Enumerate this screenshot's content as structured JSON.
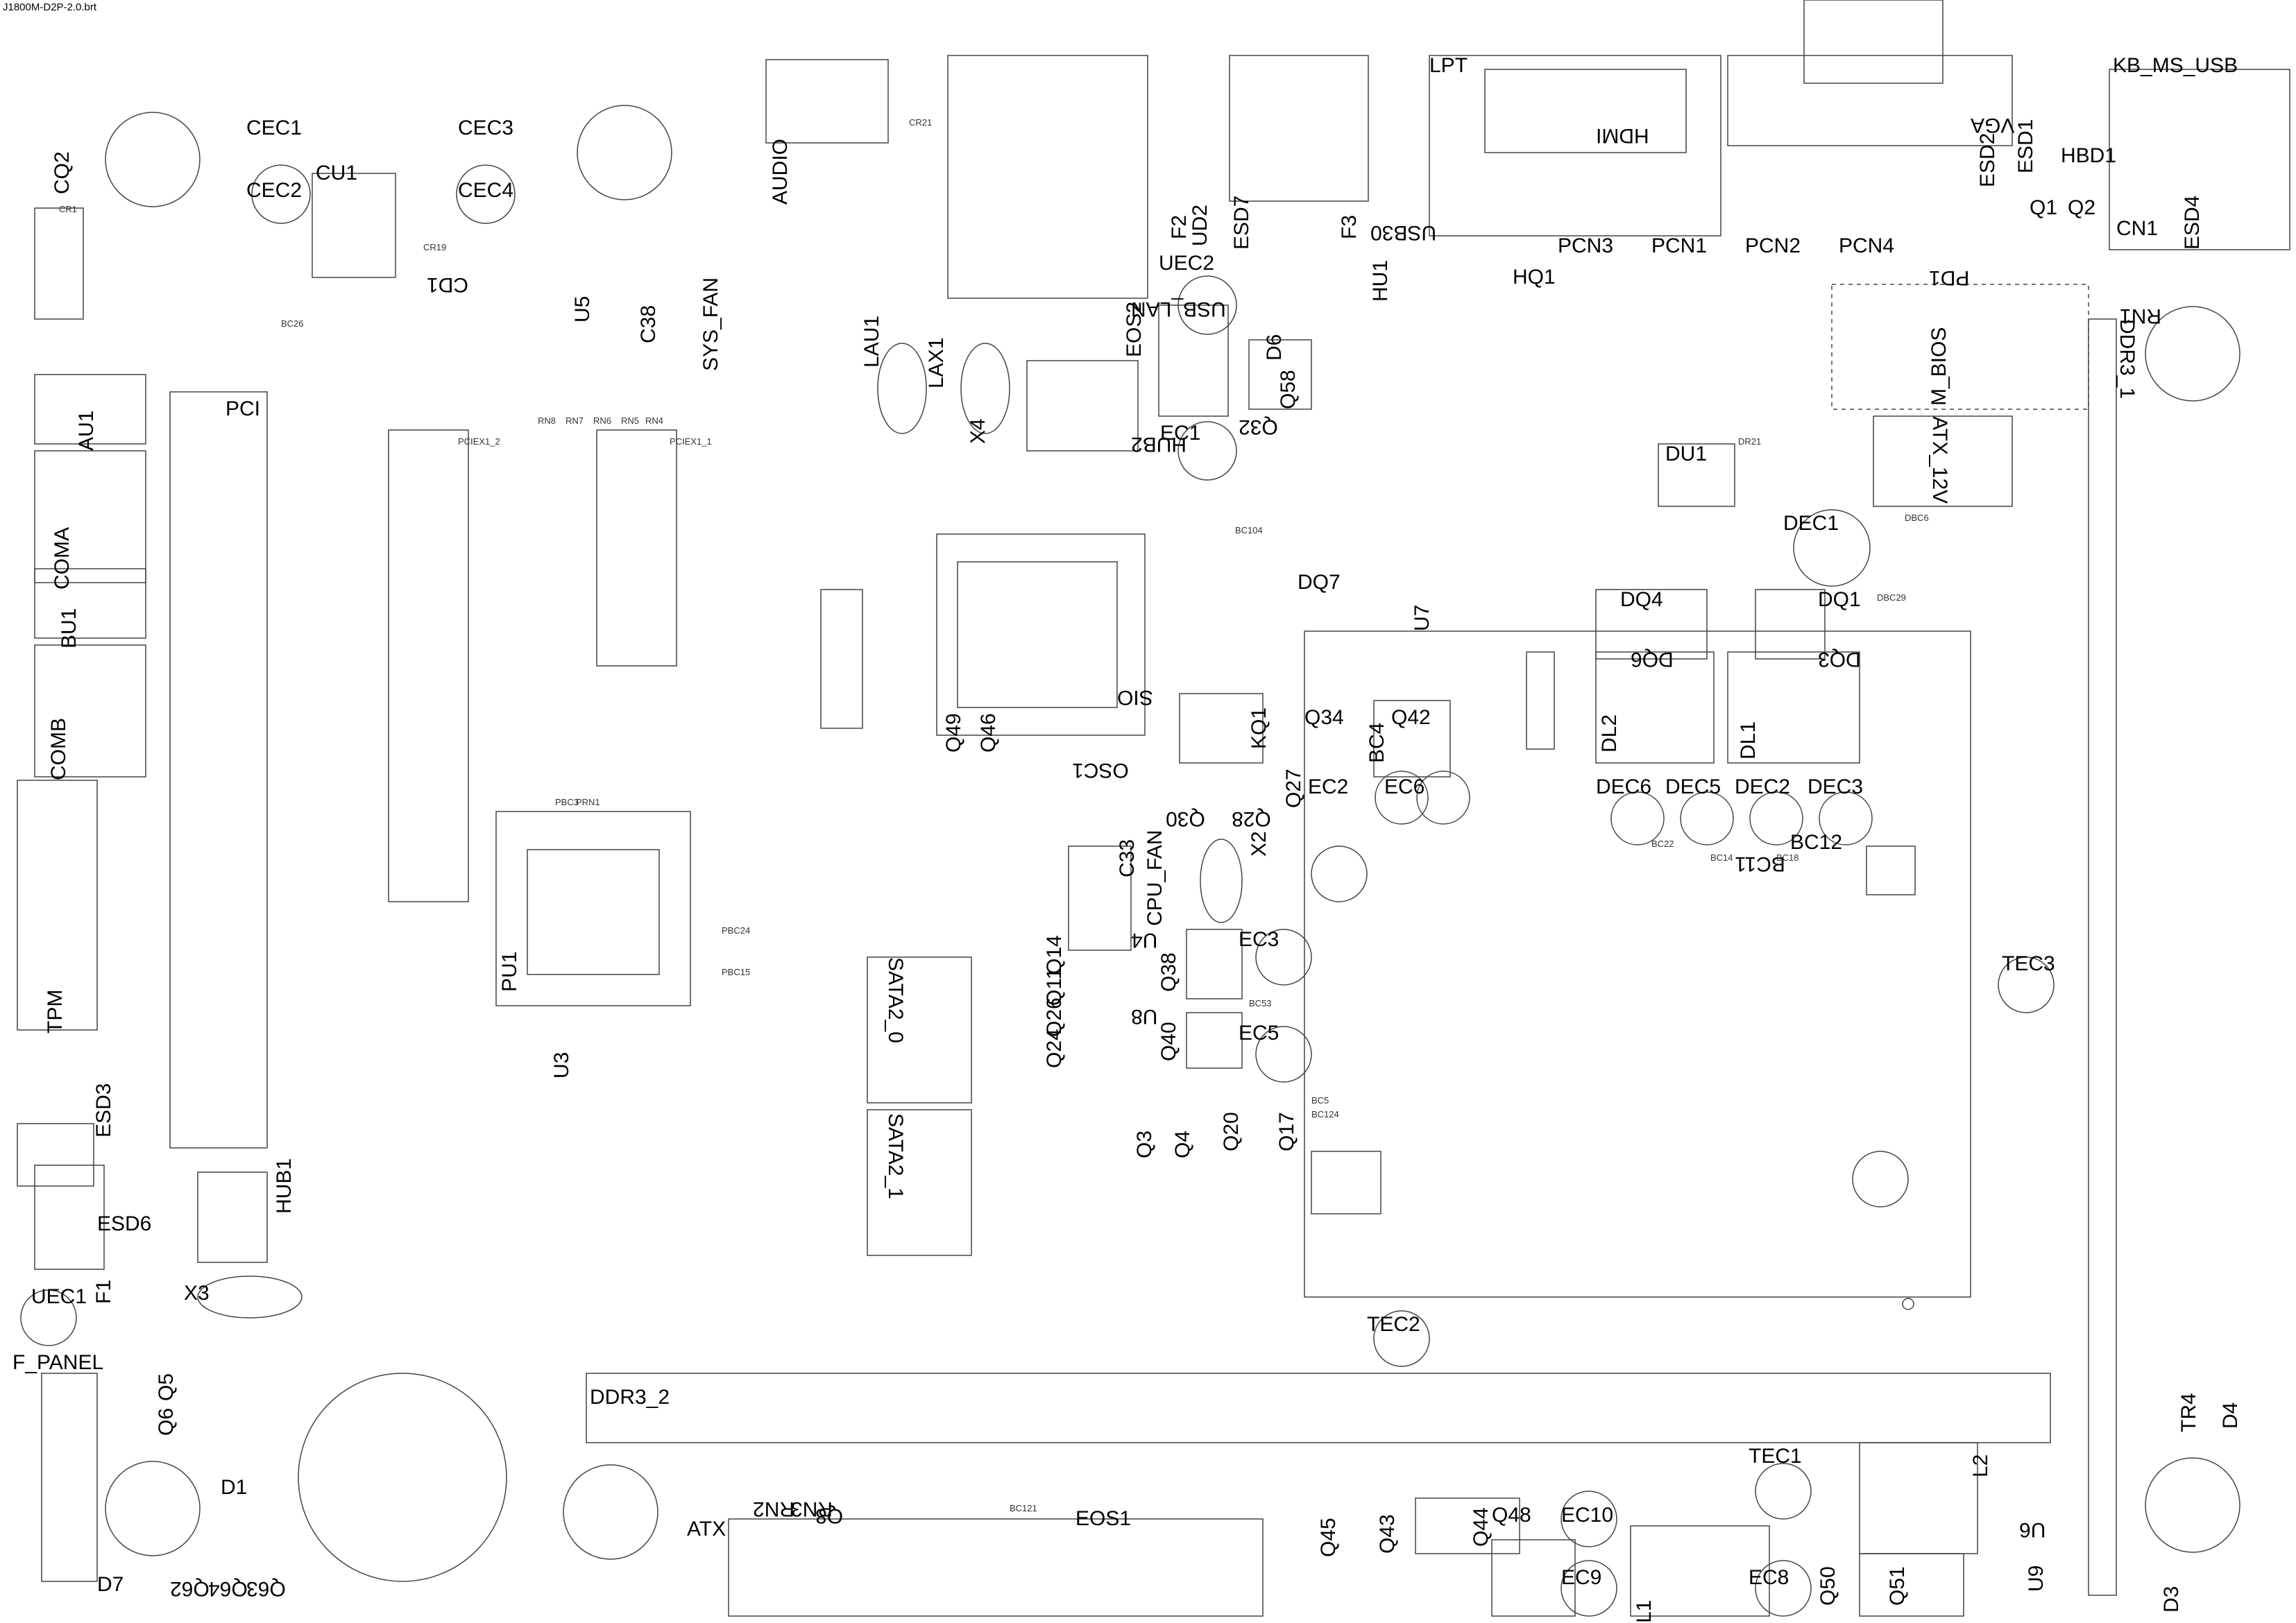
{
  "file_name": "J1800M-D2P-2.0.brt",
  "components": [
    {
      "label": "LPT",
      "rot": 0
    },
    {
      "label": "HDMI",
      "rot": 180
    },
    {
      "label": "VGA",
      "rot": 180
    },
    {
      "label": "KB_MS_USB",
      "rot": 0
    },
    {
      "label": "AUDIO",
      "rot": -90
    },
    {
      "label": "USB_LAN",
      "rot": 180
    },
    {
      "label": "USB30",
      "rot": 180
    },
    {
      "label": "SYS_FAN",
      "rot": -90
    },
    {
      "label": "U5",
      "rot": -90
    },
    {
      "label": "C38",
      "rot": -90
    },
    {
      "label": "LAU1",
      "rot": -90
    },
    {
      "label": "LAX1",
      "rot": -90
    },
    {
      "label": "X4",
      "rot": -90
    },
    {
      "label": "HUB2",
      "rot": 180
    },
    {
      "label": "EC1",
      "rot": 0
    },
    {
      "label": "Q32",
      "rot": 180
    },
    {
      "label": "EOS2",
      "rot": -90
    },
    {
      "label": "D6",
      "rot": -90
    },
    {
      "label": "Q58",
      "rot": -90
    },
    {
      "label": "UEC2",
      "rot": 0
    },
    {
      "label": "F2",
      "rot": -90
    },
    {
      "label": "UD2",
      "rot": -90
    },
    {
      "label": "ESD7",
      "rot": -90
    },
    {
      "label": "F3",
      "rot": -90
    },
    {
      "label": "HU1",
      "rot": -90
    },
    {
      "label": "HQ1",
      "rot": 0
    },
    {
      "label": "PCN3",
      "rot": 0
    },
    {
      "label": "PCN1",
      "rot": 0
    },
    {
      "label": "PCN2",
      "rot": 0
    },
    {
      "label": "PCN4",
      "rot": 0
    },
    {
      "label": "PD1",
      "rot": 180
    },
    {
      "label": "ESD2",
      "rot": -90
    },
    {
      "label": "ESD1",
      "rot": -90
    },
    {
      "label": "HBD1",
      "rot": 0
    },
    {
      "label": "Q1",
      "rot": 0
    },
    {
      "label": "Q2",
      "rot": 0
    },
    {
      "label": "CN1",
      "rot": 0
    },
    {
      "label": "ESD4",
      "rot": -90
    },
    {
      "label": "RN1",
      "rot": 180
    },
    {
      "label": "DDR3_1",
      "rot": 90
    },
    {
      "label": "M_BIOS",
      "rot": -90
    },
    {
      "label": "ATX_12V",
      "rot": 90
    },
    {
      "label": "DU1",
      "rot": 0
    },
    {
      "label": "DEC1",
      "rot": 0
    },
    {
      "label": "DQ4",
      "rot": 0
    },
    {
      "label": "DQ1",
      "rot": 0
    },
    {
      "label": "DQ6",
      "rot": 180
    },
    {
      "label": "DQ3",
      "rot": 180
    },
    {
      "label": "DL2",
      "rot": -90
    },
    {
      "label": "DL1",
      "rot": -90
    },
    {
      "label": "DEC6",
      "rot": 0
    },
    {
      "label": "DEC5",
      "rot": 0
    },
    {
      "label": "DEC2",
      "rot": 0
    },
    {
      "label": "DEC3",
      "rot": 0
    },
    {
      "label": "BC11",
      "rot": 180
    },
    {
      "label": "BC12",
      "rot": 0
    },
    {
      "label": "TEC3",
      "rot": 0
    },
    {
      "label": "U7",
      "rot": -90
    },
    {
      "label": "DQ7",
      "rot": 0
    },
    {
      "label": "Q34",
      "rot": 0
    },
    {
      "label": "Q42",
      "rot": 0
    },
    {
      "label": "BC4",
      "rot": -90
    },
    {
      "label": "EC2",
      "rot": 0
    },
    {
      "label": "EC6",
      "rot": 0
    },
    {
      "label": "KQ1",
      "rot": -90
    },
    {
      "label": "SIO",
      "rot": 180
    },
    {
      "label": "OSC1",
      "rot": 180
    },
    {
      "label": "Q49",
      "rot": -90
    },
    {
      "label": "Q46",
      "rot": -90
    },
    {
      "label": "Q30",
      "rot": 180
    },
    {
      "label": "Q28",
      "rot": 180
    },
    {
      "label": "Q27",
      "rot": -90
    },
    {
      "label": "C33",
      "rot": -90
    },
    {
      "label": "CPU_FAN",
      "rot": -90
    },
    {
      "label": "X2",
      "rot": -90
    },
    {
      "label": "U4",
      "rot": 180
    },
    {
      "label": "EC3",
      "rot": 0
    },
    {
      "label": "Q38",
      "rot": -90
    },
    {
      "label": "EC5",
      "rot": 0
    },
    {
      "label": "Q40",
      "rot": -90
    },
    {
      "label": "U8",
      "rot": 180
    },
    {
      "label": "Q14",
      "rot": -90
    },
    {
      "label": "Q11",
      "rot": -90
    },
    {
      "label": "Q26",
      "rot": -90
    },
    {
      "label": "Q24",
      "rot": -90
    },
    {
      "label": "Q3",
      "rot": -90
    },
    {
      "label": "Q4",
      "rot": -90
    },
    {
      "label": "Q20",
      "rot": -90
    },
    {
      "label": "Q17",
      "rot": -90
    },
    {
      "label": "SATA2_0",
      "rot": 90
    },
    {
      "label": "SATA2_1",
      "rot": 90
    },
    {
      "label": "PCI",
      "rot": 0
    },
    {
      "label": "PU1",
      "rot": -90
    },
    {
      "label": "U3",
      "rot": -90
    },
    {
      "label": "HUB1",
      "rot": -90
    },
    {
      "label": "X3",
      "rot": 0
    },
    {
      "label": "TPM",
      "rot": -90
    },
    {
      "label": "ESD3",
      "rot": -90
    },
    {
      "label": "ESD6",
      "rot": 0
    },
    {
      "label": "UEC1",
      "rot": 0
    },
    {
      "label": "F1",
      "rot": -90
    },
    {
      "label": "COMB",
      "rot": -90
    },
    {
      "label": "BU1",
      "rot": -90
    },
    {
      "label": "COMA",
      "rot": -90
    },
    {
      "label": "AU1",
      "rot": -90
    },
    {
      "label": "CEC1",
      "rot": 0
    },
    {
      "label": "CEC2",
      "rot": 0
    },
    {
      "label": "CU1",
      "rot": 0
    },
    {
      "label": "CEC3",
      "rot": 0
    },
    {
      "label": "CEC4",
      "rot": 0
    },
    {
      "label": "CD1",
      "rot": 180
    },
    {
      "label": "CQ2",
      "rot": -90
    },
    {
      "label": "F_PANEL",
      "rot": 0
    },
    {
      "label": "Q6",
      "rot": -90
    },
    {
      "label": "Q5",
      "rot": -90
    },
    {
      "label": "D1",
      "rot": 0
    },
    {
      "label": "D7",
      "rot": 0
    },
    {
      "label": "Q62",
      "rot": 180
    },
    {
      "label": "Q64",
      "rot": 180
    },
    {
      "label": "Q63",
      "rot": 180
    },
    {
      "label": "DDR3_2",
      "rot": 0
    },
    {
      "label": "TEC2",
      "rot": 0
    },
    {
      "label": "ATX",
      "rot": 0
    },
    {
      "label": "RN3",
      "rot": 180
    },
    {
      "label": "RN2",
      "rot": 180
    },
    {
      "label": "Q45",
      "rot": -90
    },
    {
      "label": "Q43",
      "rot": -90
    },
    {
      "label": "Q44",
      "rot": -90
    },
    {
      "label": "Q48",
      "rot": 0
    },
    {
      "label": "EC10",
      "rot": 0
    },
    {
      "label": "EC9",
      "rot": 0
    },
    {
      "label": "L1",
      "rot": -90
    },
    {
      "label": "EC8",
      "rot": 0
    },
    {
      "label": "Q50",
      "rot": -90
    },
    {
      "label": "Q51",
      "rot": -90
    },
    {
      "label": "TEC1",
      "rot": 0
    },
    {
      "label": "L2",
      "rot": -90
    },
    {
      "label": "U6",
      "rot": 180
    },
    {
      "label": "U9",
      "rot": -90
    },
    {
      "label": "TR4",
      "rot": -90
    },
    {
      "label": "D4",
      "rot": -90
    },
    {
      "label": "D3",
      "rot": -90
    },
    {
      "label": "EOS1",
      "rot": 0
    },
    {
      "label": "Q8",
      "rot": 180
    }
  ],
  "small_labels": [
    "CR21",
    "CR1",
    "RN8",
    "RN7",
    "RN6",
    "RN5",
    "RN4",
    "PCIEX1_2",
    "PCIEX1_1",
    "BC104",
    "DBC29",
    "DBC6",
    "BC121",
    "BC14",
    "BC18",
    "BC22",
    "DR21",
    "PRN1",
    "PBC3",
    "PBC24",
    "PBC15",
    "BC5",
    "BC124",
    "BC53",
    "BC26",
    "CR19"
  ]
}
